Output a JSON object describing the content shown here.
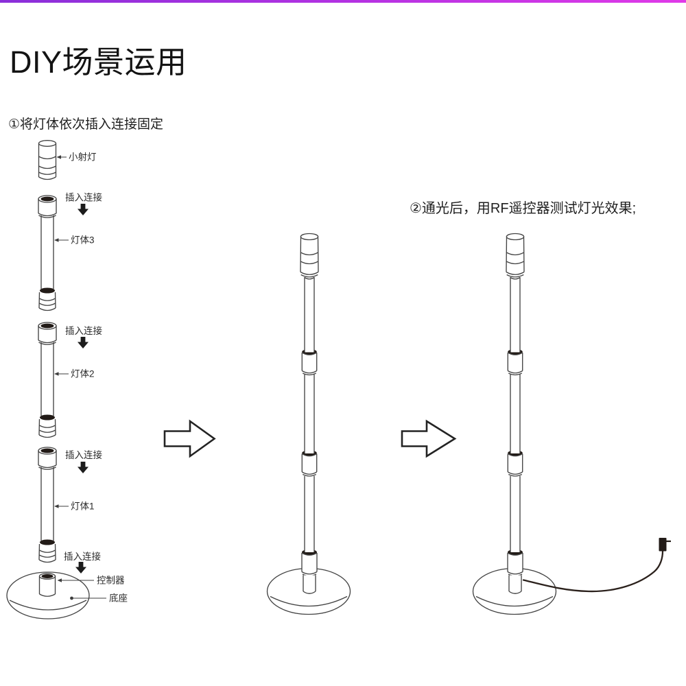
{
  "title": "DIY场景运用",
  "steps": {
    "step1": "①将灯体依次插入连接固定",
    "step2": "②通光后，用RF遥控器测试灯光效果;"
  },
  "parts": {
    "spotlight": "小射灯",
    "insert_connect": "插入连接",
    "body3": "灯体3",
    "body2": "灯体2",
    "body1": "灯体1",
    "controller": "控制器",
    "base": "底座"
  },
  "icons": {
    "flow_arrow": "block-right-arrow",
    "insert_arrow": "down-arrow"
  },
  "colors": {
    "gradient_left": "#8a2fd9",
    "gradient_mid": "#b332e2",
    "gradient_right": "#e03ae8",
    "line": "#434343",
    "dark_fill": "#221b17",
    "text": "#1f1f1f"
  }
}
